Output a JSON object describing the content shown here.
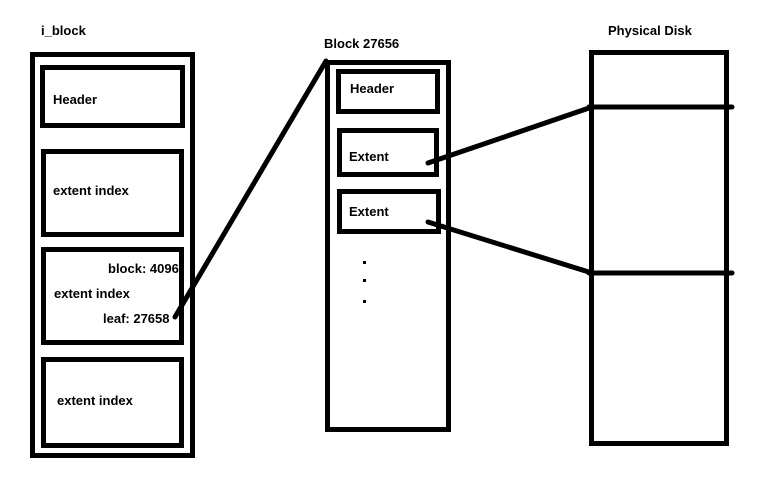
{
  "diagram": {
    "inode": {
      "title": "i_block",
      "entries": [
        {
          "kind": "header",
          "label": "Header"
        },
        {
          "kind": "index",
          "label": "extent index"
        },
        {
          "kind": "index",
          "label": "extent index",
          "block": "block: 4096",
          "leaf": "leaf: 27658",
          "links_to": "leaf-block"
        },
        {
          "kind": "index",
          "label": "extent index"
        }
      ]
    },
    "leaf_block": {
      "title": "Block 27656",
      "entries": [
        {
          "kind": "header",
          "label": "Header"
        },
        {
          "kind": "extent",
          "label": "Extent",
          "links_to": "disk-region-1"
        },
        {
          "kind": "extent",
          "label": "Extent",
          "links_to": "disk-region-2"
        }
      ],
      "ellipsis": "more entries (vertical dots)"
    },
    "disk": {
      "title": "Physical Disk",
      "regions": 3
    },
    "colors": {
      "stroke": "#000000",
      "background": "#ffffff"
    }
  }
}
